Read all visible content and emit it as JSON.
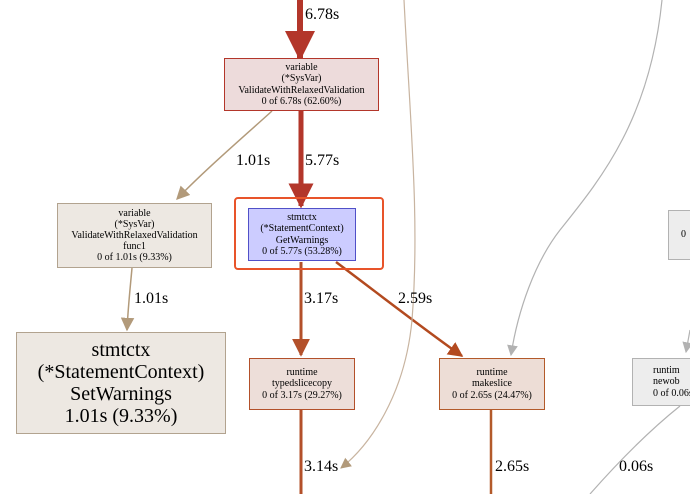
{
  "nodes": {
    "validate": {
      "lines": [
        "variable",
        "(*SysVar)",
        "ValidateWithRelaxedValidation",
        "0 of 6.78s (62.60%)"
      ],
      "fill": "#eddbdb",
      "stroke": "#b3362a"
    },
    "validate_func1": {
      "lines": [
        "variable",
        "(*SysVar)",
        "ValidateWithRelaxedValidation",
        "func1",
        "0 of 1.01s (9.33%)"
      ],
      "fill": "#ede8e2",
      "stroke": "#b2a38f"
    },
    "getwarnings": {
      "lines": [
        "stmtctx",
        "(*StatementContext)",
        "GetWarnings",
        "0 of 5.77s (53.28%)"
      ],
      "fill": "#ccccff",
      "stroke": "#5050c8"
    },
    "setwarnings": {
      "lines": [
        "stmtctx",
        "(*StatementContext)",
        "SetWarnings",
        "1.01s (9.33%)"
      ],
      "fill": "#ede8e2",
      "stroke": "#b2a38f"
    },
    "typedslicecopy": {
      "lines": [
        "runtime",
        "typedslicecopy",
        "0 of 3.17s (29.27%)"
      ],
      "fill": "#edded9",
      "stroke": "#b3502a"
    },
    "makeslice": {
      "lines": [
        "runtime",
        "makeslice",
        "0 of 2.65s (24.47%)"
      ],
      "fill": "#edddd6",
      "stroke": "#b35a2a"
    },
    "newobject": {
      "lines": [
        "runtim",
        "newob",
        "0 of 0.06s"
      ],
      "fill": "#ededed",
      "stroke": "#b2b2b2"
    },
    "right_partial": {
      "lines": [
        "0"
      ],
      "fill": "#ededed",
      "stroke": "#b2b2b2"
    }
  },
  "edges": {
    "top_in": {
      "label": "6.78s",
      "color": "#b3362a"
    },
    "validate_to_func1": {
      "label": "1.01s",
      "color": "#b29a7a"
    },
    "validate_to_getwarnings": {
      "label": "5.77s",
      "color": "#b3362a"
    },
    "func1_to_setwarnings": {
      "label": "1.01s",
      "color": "#b29a7a"
    },
    "getwarnings_to_typedslicecopy": {
      "label": "3.17s",
      "color": "#b3502a"
    },
    "getwarnings_to_makeslice": {
      "label": "2.59s",
      "color": "#b34a1f"
    },
    "typedslicecopy_out": {
      "label": "3.14s",
      "color": "#b3502a"
    },
    "makeslice_out": {
      "label": "2.65s",
      "color": "#b35a2a"
    },
    "newobject_in": {
      "label": "0.06s",
      "color": "#b2b2b2"
    },
    "top_right_to_makeslice": {
      "color": "#b2b2b2"
    },
    "tan_long": {
      "color": "#c8b4a0"
    },
    "focus_color": "#e8542a"
  }
}
